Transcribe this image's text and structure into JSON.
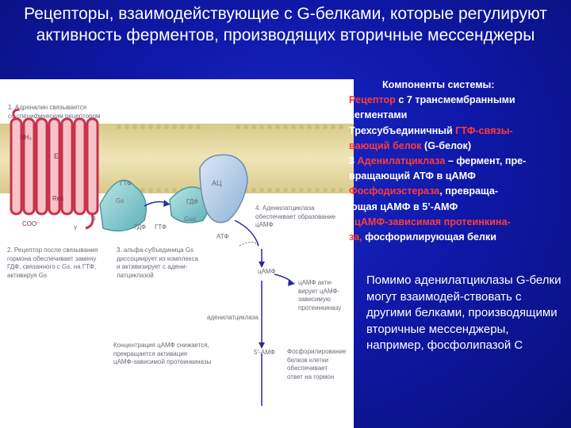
{
  "title": "Рецепторы, взаимодействующие с G-белками, которые регулируют активность ферментов, производящих вторичные мессенджеры",
  "components": {
    "heading": "Компоненты системы:",
    "items": [
      {
        "prefix": "",
        "red": "Рецептор",
        "rest": " с 7 трансмембранными"
      },
      {
        "prefix": "",
        "red": "",
        "rest": "сегментами"
      },
      {
        "prefix": " Трехсубъединичный ",
        "red": "ГТФ-связы-",
        "rest": ""
      },
      {
        "prefix": "",
        "red": "вающий белок",
        "rest": " (G-белок)"
      },
      {
        "prefix": "3 ",
        "red": "Аденилатциклаза",
        "rest": " – фермент, пре-"
      },
      {
        "prefix": "",
        "red": "",
        "rest": "вращающий АТФ в цАМФ"
      },
      {
        "prefix": " ",
        "red": "Фосфодиэстераза",
        "rest": ", превраща-"
      },
      {
        "prefix": "",
        "red": "",
        "rest": "ющая цАМФ в 5’-АМФ"
      },
      {
        "prefix": ". ",
        "red": "цАМФ-зависимая протеинкина-",
        "rest": ""
      },
      {
        "prefix": " ",
        "red": "за,",
        "rest": " фосфорилирующая белки"
      }
    ]
  },
  "note": "Помимо аденилатциклазы G-белки могут взаимодей-ствовать с другими белками, производящими вторичные мессенджеры, например, фосфолипазой С",
  "diagram": {
    "step1": [
      "1. Адреналин связывается",
      "со специфическим рецептором"
    ],
    "step2": [
      "2. Рецептор после связывания",
      "гормона обеспечивает замену",
      "ГДФ, связанного с Gs, на ГТФ,",
      "активируя Gs"
    ],
    "step3": [
      "3. альфа-субъединица Gs",
      "диссоциирует из комплекса",
      "и активизирует с адени-",
      "латциклазой"
    ],
    "step4": [
      "4. Аденилатциклаза",
      "обеспечивает образование",
      "цАМФ"
    ],
    "camp_effect": [
      "цАМФ акти-",
      "вирует цАМФ-",
      "зависимую",
      "протеинкиназу"
    ],
    "conc": [
      "Концентрация цАМФ снижается,",
      "прекращается активация",
      "цАМФ-зависимой протеинкиназы"
    ],
    "phos": [
      "Фосфорилирование",
      "белков клетки",
      "обеспечивает",
      "ответ на гормон"
    ],
    "labels": {
      "nh3": "NH₃",
      "e": "E",
      "rec": "Rec",
      "coo": "COO⁻",
      "gtp": "ГТФ",
      "gs": "Gs",
      "gamma": "γ",
      "beta": "β",
      "gdp_out": "ГДФ",
      "gtp_in": "ГТФ",
      "gdp2": "ГДФ",
      "gsa": "Gsα",
      "ac": "АЦ",
      "atp": "АТФ",
      "camp": "цАМФ",
      "adenylyl": "аденилатциклаза",
      "amp5": "5’-АМФ"
    }
  }
}
